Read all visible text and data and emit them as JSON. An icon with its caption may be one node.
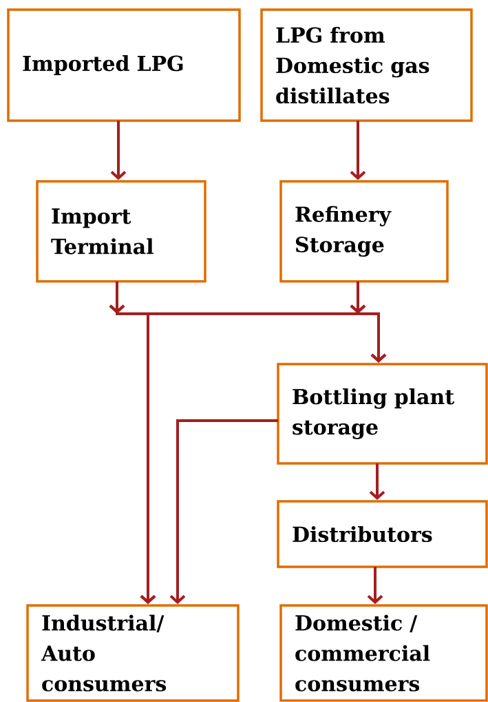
{
  "diagram": {
    "nodes": [
      {
        "text": [
          "Imported LPG"
        ]
      },
      {
        "text": [
          "LPG from Domestic gas distillates"
        ]
      },
      {
        "text": [
          "Import Terminal"
        ]
      },
      {
        "text": [
          "Refinery Storage"
        ]
      },
      {
        "text": [
          "Bottling plant storage"
        ]
      },
      {
        "text": [
          "Distributors"
        ]
      },
      {
        "text": [
          "Industrial/ Auto consumers"
        ]
      },
      {
        "text": [
          "Domestic / commercial consumers"
        ]
      }
    ],
    "edges": [
      {
        "from": 0,
        "to": 2,
        "arrow": "to"
      },
      {
        "from": 1,
        "to": 3,
        "arrow": "to"
      },
      {
        "from": 2,
        "to": 4,
        "arrow": "to"
      },
      {
        "from": 3,
        "to": 4,
        "arrow": "to"
      },
      {
        "from": 2,
        "to": 6,
        "arrow": "to"
      },
      {
        "from": 3,
        "to": 6,
        "arrow": "to"
      },
      {
        "from": 4,
        "to": 6,
        "arrow": "to"
      },
      {
        "from": 4,
        "to": 5,
        "arrow": "to"
      },
      {
        "from": 5,
        "to": 7,
        "arrow": "to"
      }
    ]
  }
}
